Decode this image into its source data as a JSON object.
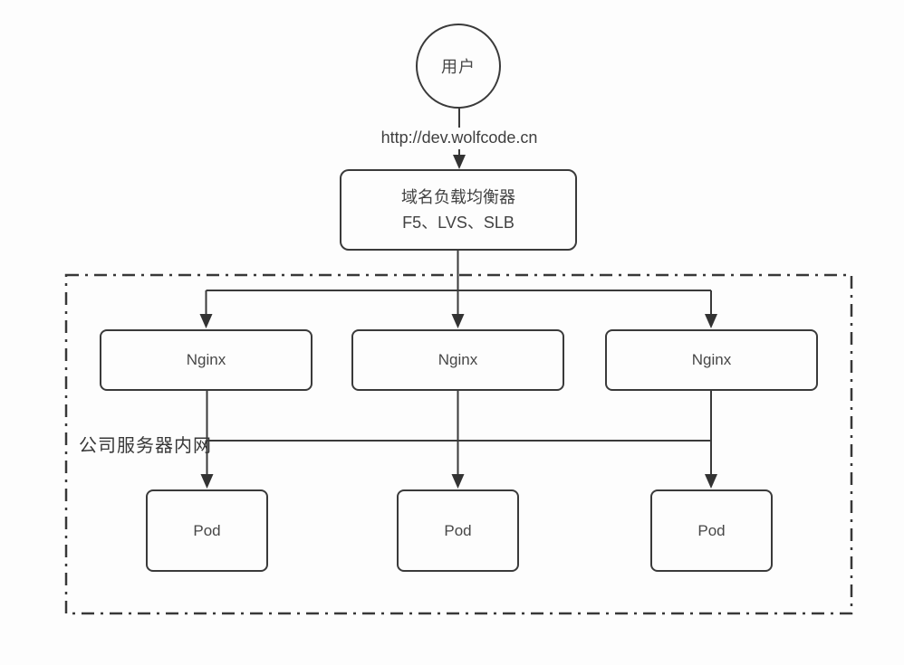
{
  "diagram": {
    "user": {
      "label": "用户"
    },
    "url_label": "http://dev.wolfcode.cn",
    "load_balancer": {
      "title": "域名负载均衡器",
      "subtitle": "F5、LVS、SLB"
    },
    "intranet": {
      "label": "公司服务器内网"
    },
    "nginx_nodes": [
      {
        "label": "Nginx"
      },
      {
        "label": "Nginx"
      },
      {
        "label": "Nginx"
      }
    ],
    "pod_nodes": [
      {
        "label": "Pod"
      },
      {
        "label": "Pod"
      },
      {
        "label": "Pod"
      }
    ],
    "colors": {
      "line": "#3a3a3a",
      "text": "#474747",
      "background": "#fdfdfd"
    }
  }
}
